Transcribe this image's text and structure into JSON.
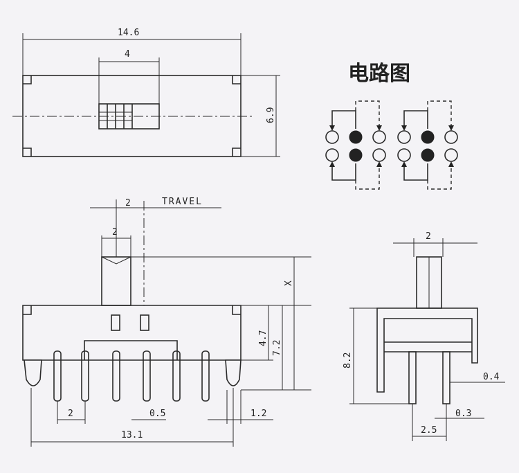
{
  "circuit_title": "电路图",
  "travel_label": "TRAVEL",
  "top_view": {
    "overall_length": "14.6",
    "actuator_width": "4",
    "body_height": "6.9"
  },
  "side_view": {
    "travel": "2",
    "actuator_width": "2",
    "actuator_height": "X",
    "body_height": "4.7",
    "total_height": "7.2",
    "pin_pitch": "2",
    "pin_width": "0.5",
    "end_lug": "1.2",
    "overall_length": "13.1"
  },
  "end_view": {
    "actuator_width": "2",
    "total_height": "8.2",
    "pin_thickness": "0.4",
    "pin_width": "0.3",
    "pin_spacing": "2.5"
  },
  "circuit": {
    "rows": 2,
    "cols": 6,
    "filled_contacts": [
      "r1c2",
      "r2c2",
      "r1c5",
      "r2c5"
    ]
  }
}
